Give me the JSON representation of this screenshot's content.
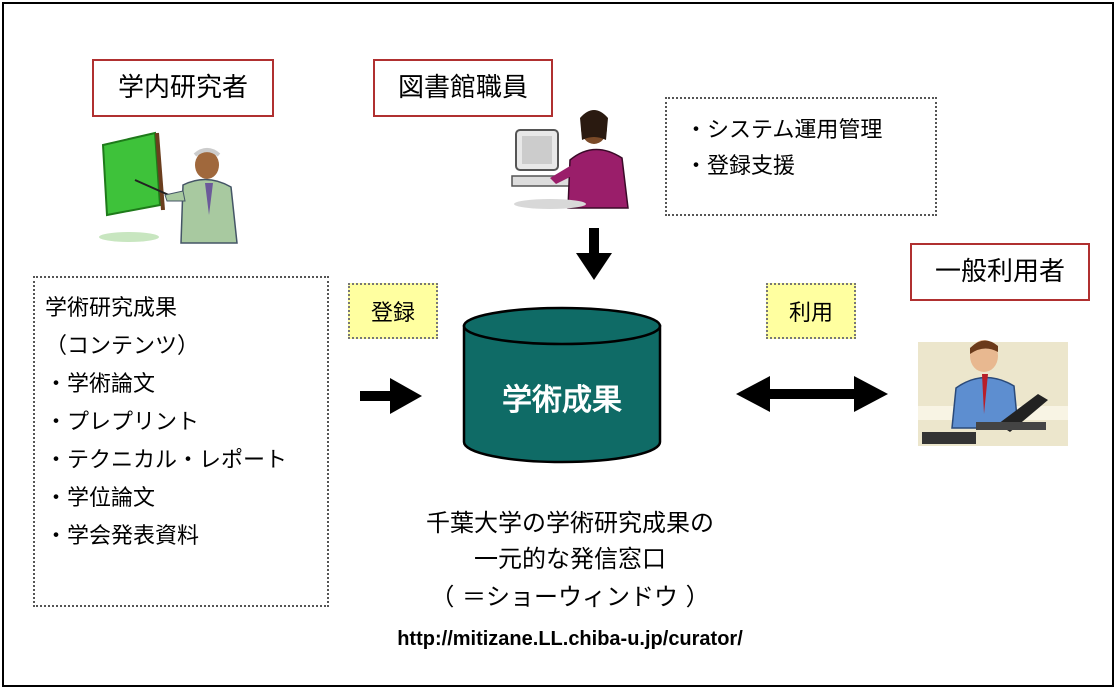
{
  "roles": {
    "researcher": "学内研究者",
    "librarian": "図書館職員",
    "user": "一般利用者"
  },
  "librarian_tasks": [
    "・システム運用管理",
    "・登録支援"
  ],
  "contents": {
    "heading": "学術研究成果",
    "subheading": "（コンテンツ）",
    "items": [
      "・学術論文",
      "・プレプリント",
      "・テクニカル・レポート",
      "・学位論文",
      "・学会発表資料"
    ]
  },
  "actions": {
    "register": "登録",
    "use": "利用"
  },
  "repository_label": "学術成果",
  "description": {
    "line1": "千葉大学の学術研究成果の",
    "line2": "一元的な発信窓口",
    "line3": "（ ＝ショーウィンドウ ）",
    "url": "http://mitizane.LL.chiba-u.jp/curator/"
  },
  "colors": {
    "role_border": "#b03030",
    "label_fill": "#ffffa0",
    "cylinder": "#0f6b66"
  },
  "icons": [
    "researcher-presenting-icon",
    "librarian-at-computer-icon",
    "user-with-laptop-icon"
  ]
}
